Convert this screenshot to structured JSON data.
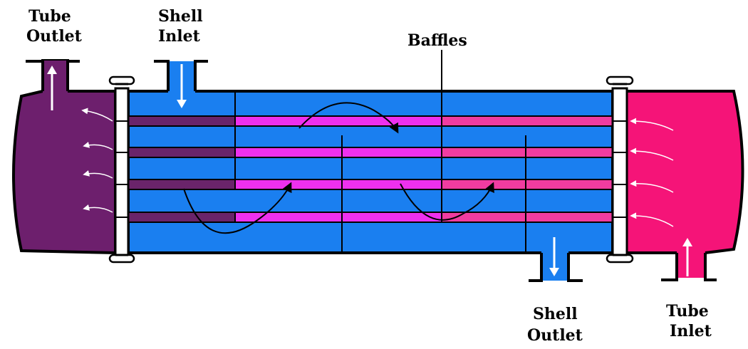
{
  "labels": {
    "tube_outlet": [
      "Tube",
      "Outlet"
    ],
    "shell_inlet": [
      "Shell",
      "Inlet"
    ],
    "baffles": "Baffles",
    "shell_outlet": [
      "Shell",
      "Outlet"
    ],
    "tube_inlet": [
      "Tube",
      "Inlet"
    ]
  },
  "colors": {
    "shell_fluid": "#1a7ff0",
    "tube_outlet_header": "#6d1f6d",
    "tube_inlet_header": "#f51478",
    "tube_hot": "#f03ca0",
    "tube_mid": "#ee30ee",
    "tube_cold": "#6a246a",
    "tubesheet": "#ffffff",
    "outline": "#000000",
    "flow_arrow": "#ffffff"
  },
  "icons": {
    "shell_inlet_arrow": "down-arrow-icon",
    "shell_outlet_arrow": "down-arrow-icon",
    "tube_outlet_arrow": "up-arrow-icon",
    "tube_inlet_arrow": "up-arrow-icon",
    "shell_flow": "curved-arrow-icon"
  }
}
